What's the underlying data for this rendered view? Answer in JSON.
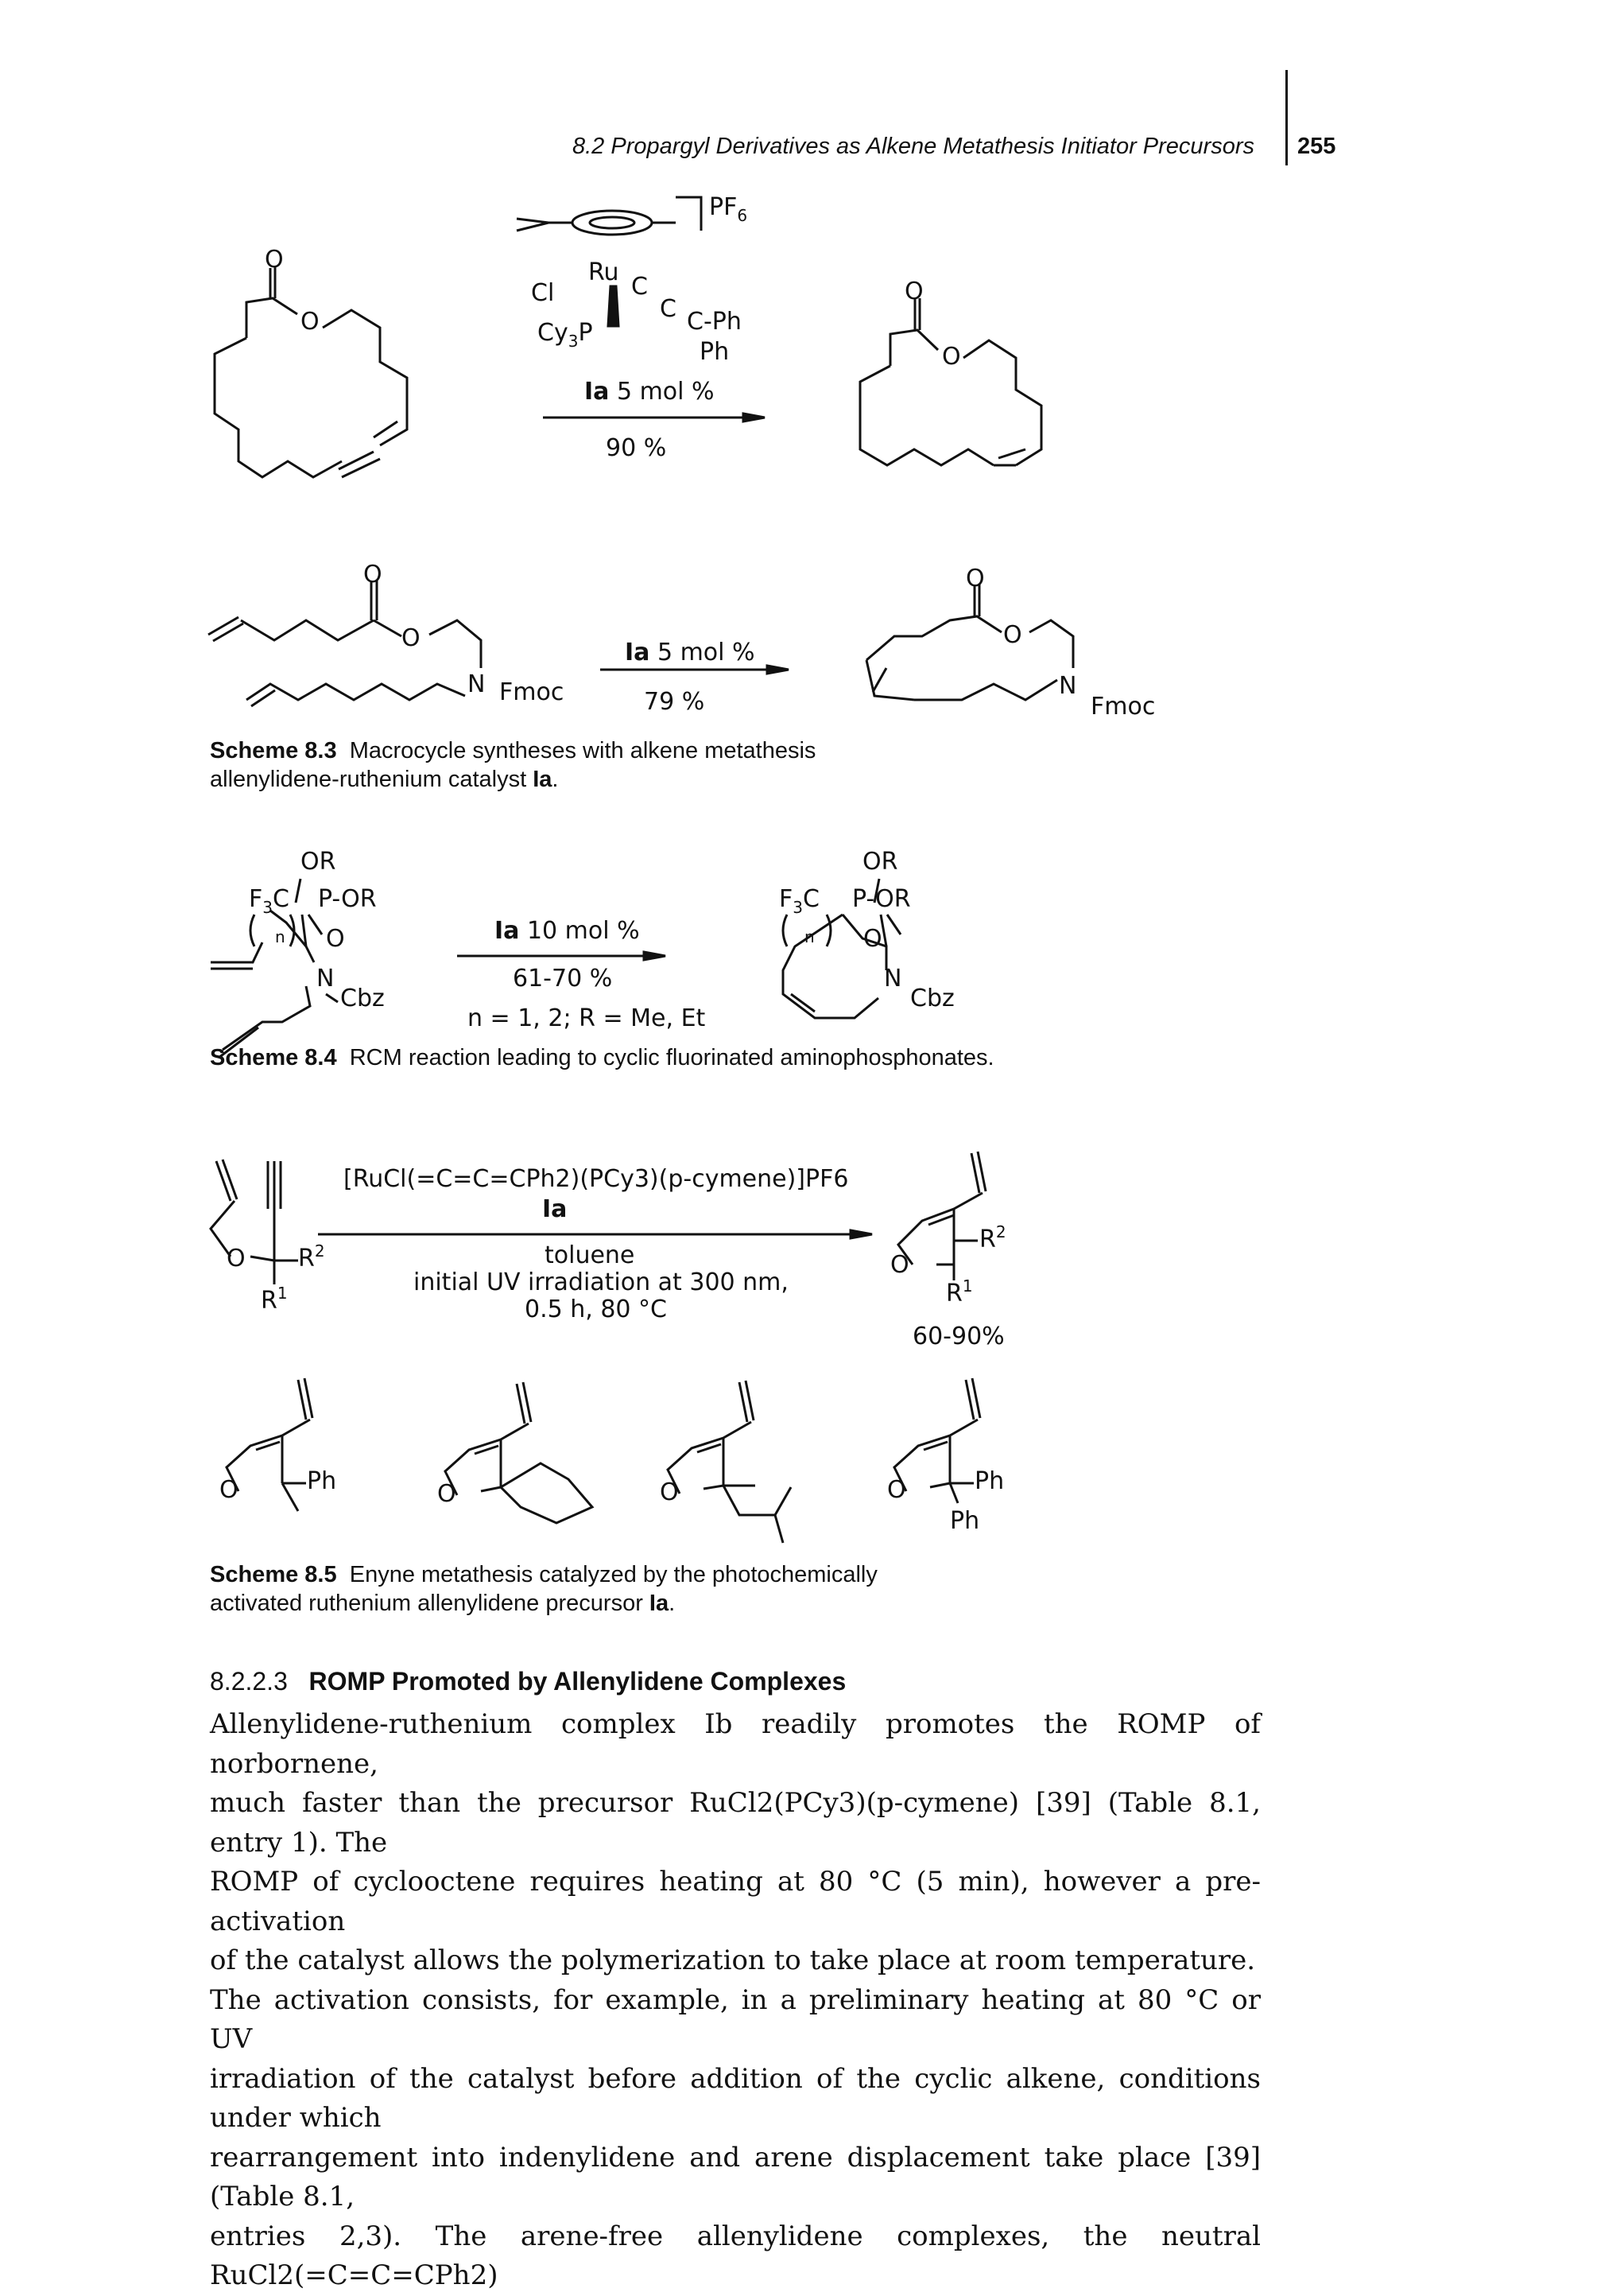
{
  "header": {
    "running_title": "8.2 Propargyl Derivatives as Alkene Metathesis Initiator Precursors",
    "page_number": "255"
  },
  "scheme_8_3": {
    "catalyst_counterion": "PF",
    "catalyst_counterion_sub": "6",
    "ru_label": "Ru",
    "cl_label": "Cl",
    "ph1": "C-Ph",
    "ph2": "Ph",
    "cy3p": "Cy",
    "cy3p_sub": "3",
    "cy3p_p": "P",
    "reaction1_reagent_bold": "Ia",
    "reaction1_reagent": " 5 mol %",
    "reaction1_yield": "90 %",
    "reaction2_reagent_bold": "Ia",
    "reaction2_reagent": " 5 mol %",
    "reaction2_yield": "79 %",
    "o_label": "O",
    "n_label": "N",
    "fmoc": "Fmoc",
    "caption_label": "Scheme 8.3",
    "caption_line1": "Macrocycle syntheses with alkene metathesis",
    "caption_line2_a": "allenylidene-ruthenium catalyst ",
    "caption_line2_bold": "Ia",
    "caption_line2_end": "."
  },
  "scheme_8_4": {
    "or": "OR",
    "p_or": "P-OR",
    "f3c": "F",
    "f3c_sub": "3",
    "f3c_c": "C",
    "n_sub": "n",
    "cbz": "Cbz",
    "reagent_bold": "Ia",
    "reagent": " 10 mol %",
    "yield": "61-70 %",
    "conditions": "n = 1, 2; R = Me, Et",
    "caption_label": "Scheme 8.4",
    "caption_text": "RCM reaction leading to cyclic fluorinated aminophosphonates."
  },
  "scheme_8_5": {
    "catalyst_formula": "[RuCl(=C=C=CPh2)(PCy3)(p-cymene)]PF6",
    "catalyst_label": "Ia",
    "solvent": "toluene",
    "condition1": "initial UV irradiation at 300 nm,",
    "condition2": "0.5 h, 80 °C",
    "r1": "R",
    "r1_sup": "1",
    "r2": "R",
    "r2_sup": "2",
    "yield": "60-90%",
    "ph": "Ph",
    "caption_label": "Scheme 8.5",
    "caption_line1": "Enyne metathesis catalyzed by the photochemically",
    "caption_line2_a": "activated ruthenium allenylidene precursor ",
    "caption_line2_bold": "Ia",
    "caption_line2_end": "."
  },
  "section": {
    "number": "8.2.2.3",
    "title": "ROMP Promoted by Allenylidene Complexes"
  },
  "body_lines": [
    "Allenylidene-ruthenium complex Ib readily promotes the ROMP of norbornene,",
    "much faster than the precursor RuCl2(PCy3)(p-cymene) [39] (Table 8.1, entry 1). The",
    "ROMP of cyclooctene requires heating at 80 °C (5 min), however a pre-activation",
    "of the catalyst allows the polymerization to take place at room temperature.",
    "The activation consists, for example, in a preliminary heating at 80 °C or UV",
    "irradiation of the catalyst before addition of the cyclic alkene, conditions under which",
    "rearrangement into indenylidene and arene displacement take place [39] (Table 8.1,",
    "entries 2,3). The arene-free allenylidene complexes, the neutral RuCl2(=C=C=CPh2)"
  ]
}
